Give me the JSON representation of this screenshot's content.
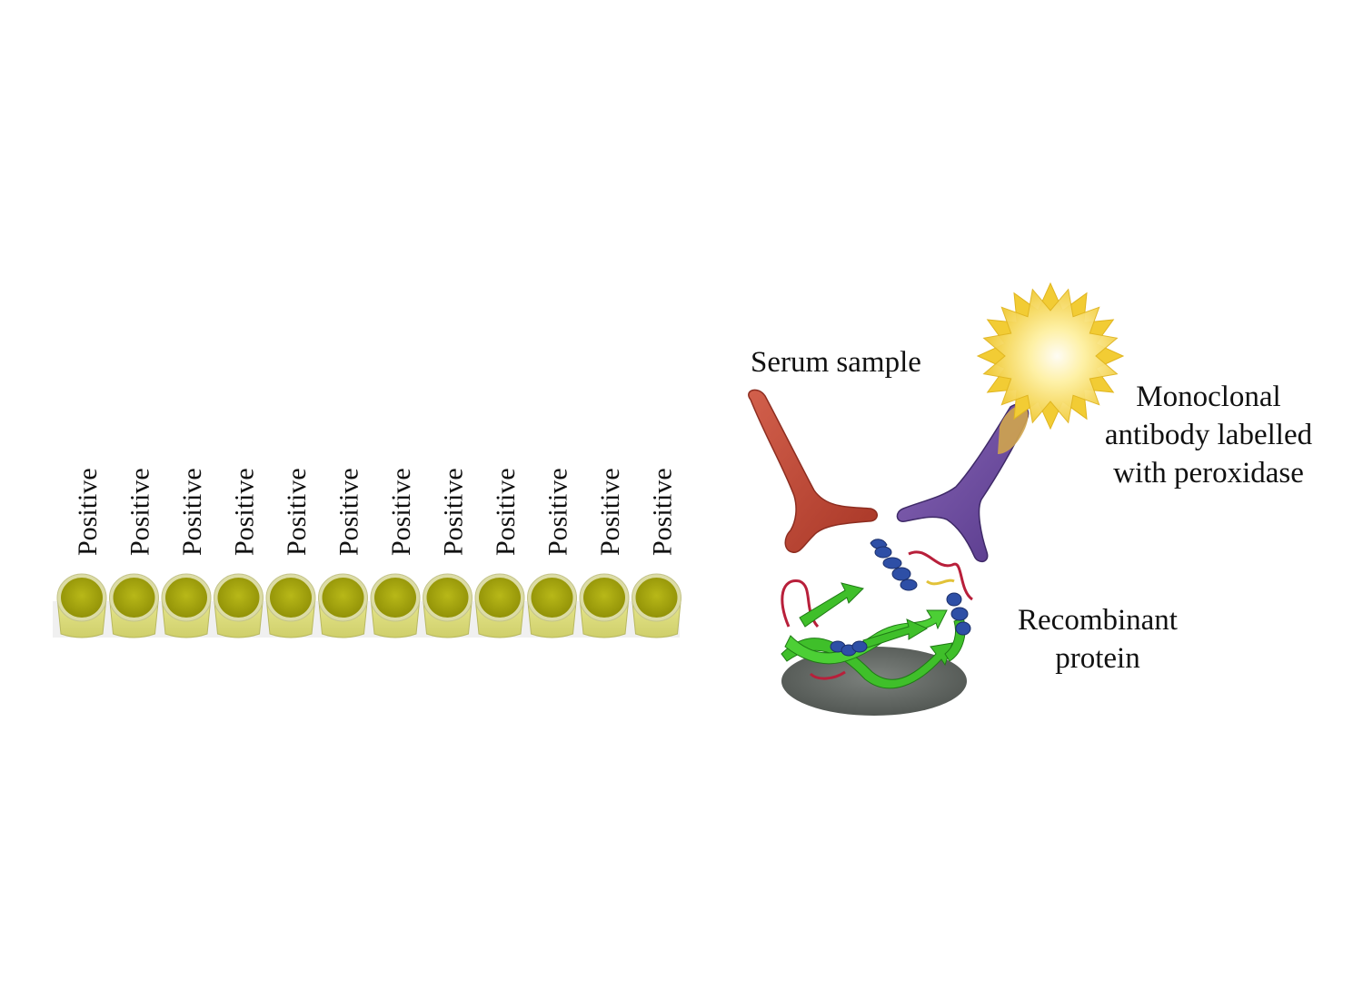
{
  "wells": {
    "labels": [
      "Positive",
      "Positive",
      "Positive",
      "Positive",
      "Positive",
      "Positive",
      "Positive",
      "Positive",
      "Positive",
      "Positive",
      "Positive",
      "Positive"
    ]
  },
  "labels": {
    "serum": "Serum sample",
    "monoclonal": [
      "Monoclonal",
      "antibody labelled",
      "with peroxidase"
    ],
    "recombinant": [
      "Recombinant",
      "protein"
    ]
  },
  "colors": {
    "well_fill": "#a7a80a",
    "well_body": "#d8d870",
    "serum_antibody": "#c04a38",
    "monoclonal_antibody": "#6c4a9c",
    "peroxidase_star": "#f4d43a",
    "protein_sheet": "#3fbf2a",
    "protein_helix": "#2e4fa6",
    "protein_loop": "#b81f3a",
    "plate": "#6f7470"
  }
}
